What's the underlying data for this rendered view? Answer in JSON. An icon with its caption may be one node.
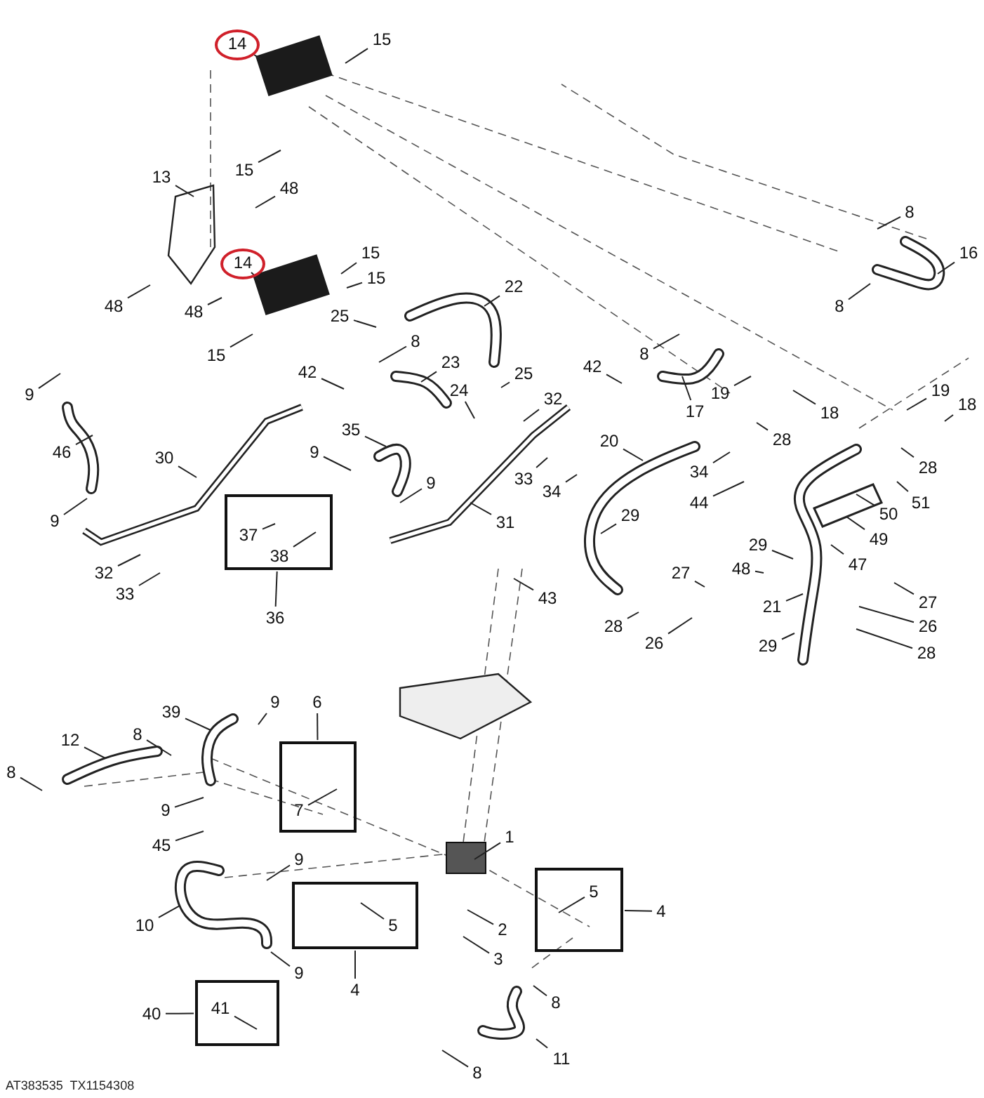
{
  "diagram": {
    "nodes": [
      {
        "text": [
          "14"
        ]
      },
      {
        "text": [
          "15"
        ]
      },
      {
        "text": [
          "15"
        ]
      },
      {
        "text": [
          "48"
        ]
      },
      {
        "text": [
          "13"
        ]
      },
      {
        "text": [
          "14"
        ]
      },
      {
        "text": [
          "15"
        ]
      },
      {
        "text": [
          "15"
        ]
      },
      {
        "text": [
          "48"
        ]
      },
      {
        "text": [
          "48"
        ]
      },
      {
        "text": [
          "25"
        ]
      },
      {
        "text": [
          "15"
        ]
      },
      {
        "text": [
          "22"
        ]
      },
      {
        "text": [
          "8"
        ]
      },
      {
        "text": [
          "16"
        ]
      },
      {
        "text": [
          "8"
        ]
      },
      {
        "text": [
          "8"
        ]
      },
      {
        "text": [
          "23"
        ]
      },
      {
        "text": [
          "24"
        ]
      },
      {
        "text": [
          "25"
        ]
      },
      {
        "text": [
          "42"
        ]
      },
      {
        "text": [
          "9"
        ]
      },
      {
        "text": [
          "46"
        ]
      },
      {
        "text": [
          "9"
        ]
      },
      {
        "text": [
          "30"
        ]
      },
      {
        "text": [
          "35"
        ]
      },
      {
        "text": [
          "9"
        ]
      },
      {
        "text": [
          "9"
        ]
      },
      {
        "text": [
          "32"
        ]
      },
      {
        "text": [
          "42"
        ]
      },
      {
        "text": [
          "8"
        ]
      },
      {
        "text": [
          "17"
        ]
      },
      {
        "text": [
          "19"
        ]
      },
      {
        "text": [
          "18"
        ]
      },
      {
        "text": [
          "19"
        ]
      },
      {
        "text": [
          "18"
        ]
      },
      {
        "text": [
          "28"
        ]
      },
      {
        "text": [
          "28"
        ]
      },
      {
        "text": [
          "20"
        ]
      },
      {
        "text": [
          "33"
        ]
      },
      {
        "text": [
          "34"
        ]
      },
      {
        "text": [
          "34"
        ]
      },
      {
        "text": [
          "44"
        ]
      },
      {
        "text": [
          "31"
        ]
      },
      {
        "text": [
          "50"
        ]
      },
      {
        "text": [
          "51"
        ]
      },
      {
        "text": [
          "49"
        ]
      },
      {
        "text": [
          "47"
        ]
      },
      {
        "text": [
          "29"
        ]
      },
      {
        "text": [
          "29"
        ]
      },
      {
        "text": [
          "48"
        ]
      },
      {
        "text": [
          "27"
        ]
      },
      {
        "text": [
          "21"
        ]
      },
      {
        "text": [
          "27"
        ]
      },
      {
        "text": [
          "26"
        ]
      },
      {
        "text": [
          "28"
        ]
      },
      {
        "text": [
          "29"
        ]
      },
      {
        "text": [
          "28"
        ]
      },
      {
        "text": [
          "26"
        ]
      },
      {
        "text": [
          "43"
        ]
      },
      {
        "text": [
          "32"
        ]
      },
      {
        "text": [
          "33"
        ]
      },
      {
        "text": [],
        "shape": "box"
      },
      {
        "text": [
          "37"
        ],
        "in": 62
      },
      {
        "text": [
          "38"
        ],
        "in": 62
      },
      {
        "text": [
          "36"
        ]
      },
      {
        "text": [
          "39"
        ]
      },
      {
        "text": [
          "9"
        ]
      },
      {
        "text": [
          "6"
        ]
      },
      {
        "text": [],
        "shape": "box"
      },
      {
        "text": [
          "7"
        ],
        "in": 69
      },
      {
        "text": [
          "12"
        ]
      },
      {
        "text": [
          "8"
        ]
      },
      {
        "text": [
          "8"
        ]
      },
      {
        "text": [
          "9"
        ]
      },
      {
        "text": [
          "45"
        ]
      },
      {
        "text": [
          "9"
        ]
      },
      {
        "text": [
          "10"
        ]
      },
      {
        "text": [
          "1"
        ]
      },
      {
        "text": [],
        "shape": "box"
      },
      {
        "text": [
          "5"
        ],
        "in": 79
      },
      {
        "text": [
          "4"
        ]
      },
      {
        "text": [
          "2"
        ]
      },
      {
        "text": [
          "3"
        ]
      },
      {
        "text": [
          "9"
        ]
      },
      {
        "text": [],
        "shape": "box"
      },
      {
        "text": [
          "5"
        ],
        "in": 85
      },
      {
        "text": [
          "4"
        ]
      },
      {
        "text": [
          "8"
        ]
      },
      {
        "text": [
          "11"
        ]
      },
      {
        "text": [
          "8"
        ]
      },
      {
        "text": [],
        "shape": "box"
      },
      {
        "text": [
          "41"
        ],
        "in": 91
      },
      {
        "text": [
          "40"
        ]
      }
    ],
    "edges": [
      {
        "from": 0,
        "to": null,
        "arrow": "none"
      },
      {
        "from": 1,
        "to": null,
        "arrow": "none"
      },
      {
        "from": 2,
        "to": null,
        "arrow": "none"
      },
      {
        "from": 3,
        "to": null,
        "arrow": "none"
      },
      {
        "from": 4,
        "to": null,
        "arrow": "none"
      },
      {
        "from": 5,
        "to": null,
        "arrow": "none"
      },
      {
        "from": 6,
        "to": null,
        "arrow": "none"
      },
      {
        "from": 7,
        "to": null,
        "arrow": "none"
      },
      {
        "from": 8,
        "to": null,
        "arrow": "none"
      },
      {
        "from": 9,
        "to": null,
        "arrow": "none"
      },
      {
        "from": 10,
        "to": null,
        "arrow": "none"
      },
      {
        "from": 11,
        "to": null,
        "arrow": "none"
      },
      {
        "from": 12,
        "to": null,
        "arrow": "none"
      },
      {
        "from": 13,
        "to": null,
        "arrow": "none"
      },
      {
        "from": 14,
        "to": null,
        "arrow": "none"
      },
      {
        "from": 15,
        "to": null,
        "arrow": "none"
      },
      {
        "from": 16,
        "to": null,
        "arrow": "none"
      },
      {
        "from": 17,
        "to": null,
        "arrow": "none"
      },
      {
        "from": 18,
        "to": null,
        "arrow": "none"
      },
      {
        "from": 19,
        "to": null,
        "arrow": "none"
      },
      {
        "from": 20,
        "to": null,
        "arrow": "none"
      },
      {
        "from": 21,
        "to": null,
        "arrow": "none"
      },
      {
        "from": 22,
        "to": null,
        "arrow": "none"
      },
      {
        "from": 23,
        "to": null,
        "arrow": "none"
      },
      {
        "from": 24,
        "to": null,
        "arrow": "none"
      },
      {
        "from": 25,
        "to": null,
        "arrow": "none"
      },
      {
        "from": 26,
        "to": null,
        "arrow": "none"
      },
      {
        "from": 27,
        "to": null,
        "arrow": "none"
      },
      {
        "from": 28,
        "to": null,
        "arrow": "none"
      },
      {
        "from": 29,
        "to": null,
        "arrow": "none"
      },
      {
        "from": 30,
        "to": null,
        "arrow": "none"
      },
      {
        "from": 31,
        "to": null,
        "arrow": "none"
      },
      {
        "from": 32,
        "to": null,
        "arrow": "none"
      },
      {
        "from": 33,
        "to": null,
        "arrow": "none"
      },
      {
        "from": 34,
        "to": null,
        "arrow": "none"
      },
      {
        "from": 35,
        "to": null,
        "arrow": "none"
      },
      {
        "from": 36,
        "to": null,
        "arrow": "none"
      },
      {
        "from": 37,
        "to": null,
        "arrow": "none"
      },
      {
        "from": 38,
        "to": null,
        "arrow": "none"
      },
      {
        "from": 39,
        "to": null,
        "arrow": "none"
      },
      {
        "from": 40,
        "to": null,
        "arrow": "none"
      },
      {
        "from": 41,
        "to": null,
        "arrow": "none"
      },
      {
        "from": 42,
        "to": null,
        "arrow": "none"
      },
      {
        "from": 43,
        "to": null,
        "arrow": "none"
      },
      {
        "from": 44,
        "to": null,
        "arrow": "none"
      },
      {
        "from": 45,
        "to": null,
        "arrow": "none"
      },
      {
        "from": 46,
        "to": null,
        "arrow": "none"
      },
      {
        "from": 47,
        "to": null,
        "arrow": "none"
      },
      {
        "from": 48,
        "to": null,
        "arrow": "none"
      },
      {
        "from": 49,
        "to": null,
        "arrow": "none"
      },
      {
        "from": 50,
        "to": null,
        "arrow": "none"
      },
      {
        "from": 51,
        "to": null,
        "arrow": "none"
      },
      {
        "from": 52,
        "to": null,
        "arrow": "none"
      },
      {
        "from": 53,
        "to": null,
        "arrow": "none"
      },
      {
        "from": 54,
        "to": null,
        "arrow": "none"
      },
      {
        "from": 55,
        "to": null,
        "arrow": "none"
      },
      {
        "from": 56,
        "to": null,
        "arrow": "none"
      },
      {
        "from": 57,
        "to": null,
        "arrow": "none"
      },
      {
        "from": 58,
        "to": null,
        "arrow": "none"
      },
      {
        "from": 59,
        "to": null,
        "arrow": "none"
      },
      {
        "from": 60,
        "to": null,
        "arrow": "none"
      },
      {
        "from": 61,
        "to": null,
        "arrow": "none"
      },
      {
        "from": 63,
        "to": null,
        "arrow": "none"
      },
      {
        "from": 64,
        "to": null,
        "arrow": "none"
      },
      {
        "from": 65,
        "to": 62,
        "arrow": "none"
      },
      {
        "from": 66,
        "to": null,
        "arrow": "none"
      },
      {
        "from": 67,
        "to": null,
        "arrow": "none"
      },
      {
        "from": 68,
        "to": 69,
        "arrow": "none"
      },
      {
        "from": 70,
        "to": null,
        "arrow": "none"
      },
      {
        "from": 71,
        "to": null,
        "arrow": "none"
      },
      {
        "from": 72,
        "to": null,
        "arrow": "none"
      },
      {
        "from": 73,
        "to": null,
        "arrow": "none"
      },
      {
        "from": 74,
        "to": null,
        "arrow": "none"
      },
      {
        "from": 75,
        "to": null,
        "arrow": "none"
      },
      {
        "from": 76,
        "to": null,
        "arrow": "none"
      },
      {
        "from": 77,
        "to": null,
        "arrow": "none"
      },
      {
        "from": 78,
        "to": null,
        "arrow": "none"
      },
      {
        "from": 80,
        "to": null,
        "arrow": "none"
      },
      {
        "from": 81,
        "to": 79,
        "arrow": "none"
      },
      {
        "from": 82,
        "to": null,
        "arrow": "none"
      },
      {
        "from": 83,
        "to": null,
        "arrow": "none"
      },
      {
        "from": 84,
        "to": null,
        "arrow": "none"
      },
      {
        "from": 86,
        "to": null,
        "arrow": "none"
      },
      {
        "from": 87,
        "to": 85,
        "arrow": "none"
      },
      {
        "from": 88,
        "to": null,
        "arrow": "none"
      },
      {
        "from": 89,
        "to": null,
        "arrow": "none"
      },
      {
        "from": 90,
        "to": null,
        "arrow": "none"
      },
      {
        "from": 92,
        "to": null,
        "arrow": "none"
      },
      {
        "from": 93,
        "to": 91,
        "arrow": "none"
      }
    ],
    "labels": [
      "AT383535  TX1154308"
    ]
  }
}
